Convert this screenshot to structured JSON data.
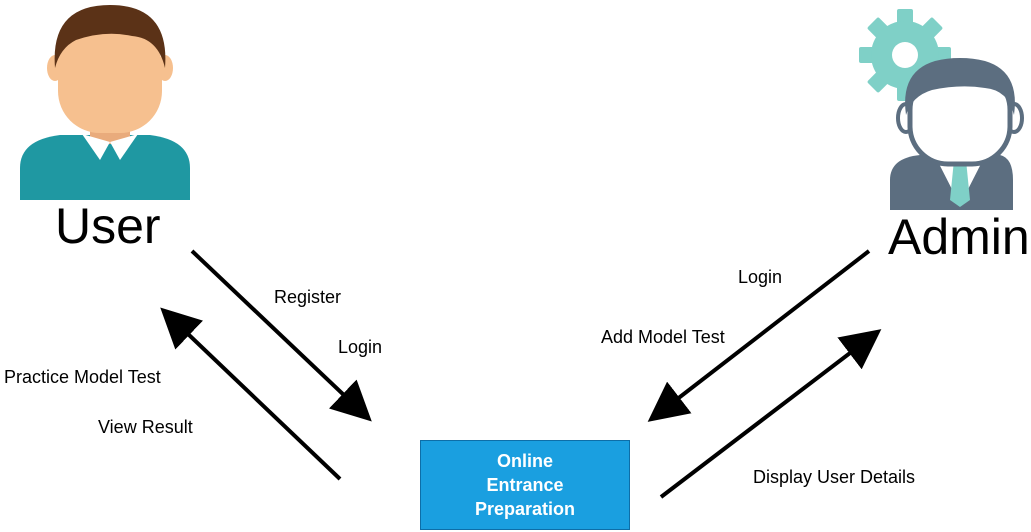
{
  "actors": {
    "user": {
      "label": "User",
      "icon": "user-avatar-icon"
    },
    "admin": {
      "label": "Admin",
      "icon": "admin-avatar-icon",
      "gear_icon": "gear-icon"
    }
  },
  "system": {
    "lines": [
      "Online",
      "Entrance",
      "Preparation"
    ],
    "color": "#1a9fe0"
  },
  "flows": {
    "user_to_system": [
      "Register",
      "Login"
    ],
    "system_to_user": [
      "Practice Model Test",
      "View Result"
    ],
    "admin_to_system": [
      "Login",
      "Add Model Test"
    ],
    "system_to_admin": [
      "Display User Details"
    ]
  },
  "colors": {
    "user_shirt": "#1f98a2",
    "skin": "#f6c08f",
    "hair": "#5b3217",
    "admin_suit": "#5c6e80",
    "gear": "#7fd0c7"
  }
}
